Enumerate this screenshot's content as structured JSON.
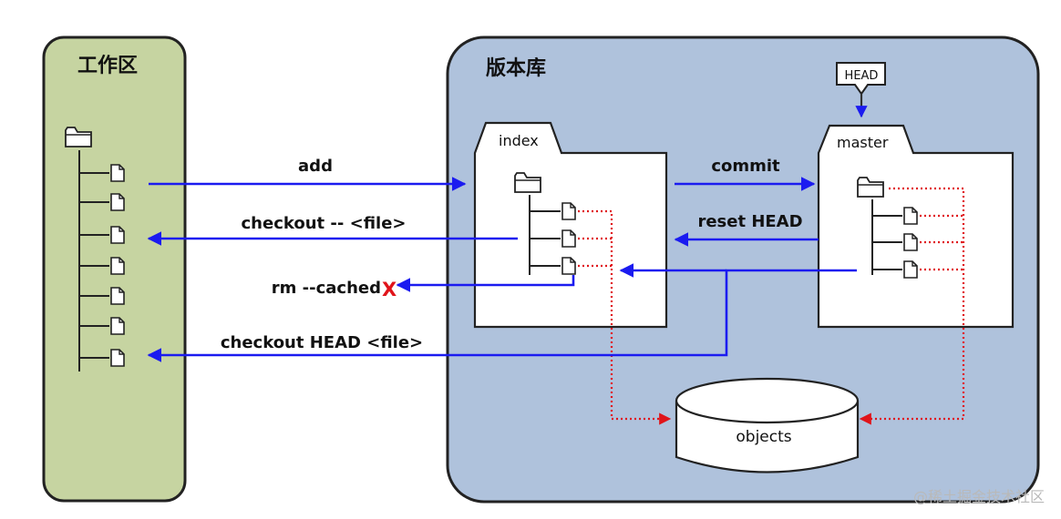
{
  "workspace": {
    "title": "工作区"
  },
  "repository": {
    "title": "版本库"
  },
  "index": {
    "label": "index"
  },
  "master": {
    "label": "master"
  },
  "head_tag": {
    "label": "HEAD"
  },
  "objects": {
    "label": "objects"
  },
  "commands": {
    "add": "add",
    "checkout_file": "checkout -- <file>",
    "rm_cached": "rm --cached",
    "rm_cached_mark": "X",
    "checkout_head_file": "checkout HEAD <file>",
    "commit": "commit",
    "reset_head": "reset HEAD"
  },
  "watermark": "@稀土掘金技术社区",
  "colors": {
    "workspace_fill": "#c6d4a1",
    "repo_fill": "#afc2dc",
    "arrow_blue": "#1b1bf0",
    "arrow_red": "#e0141a",
    "x_mark": "#e0141a"
  }
}
